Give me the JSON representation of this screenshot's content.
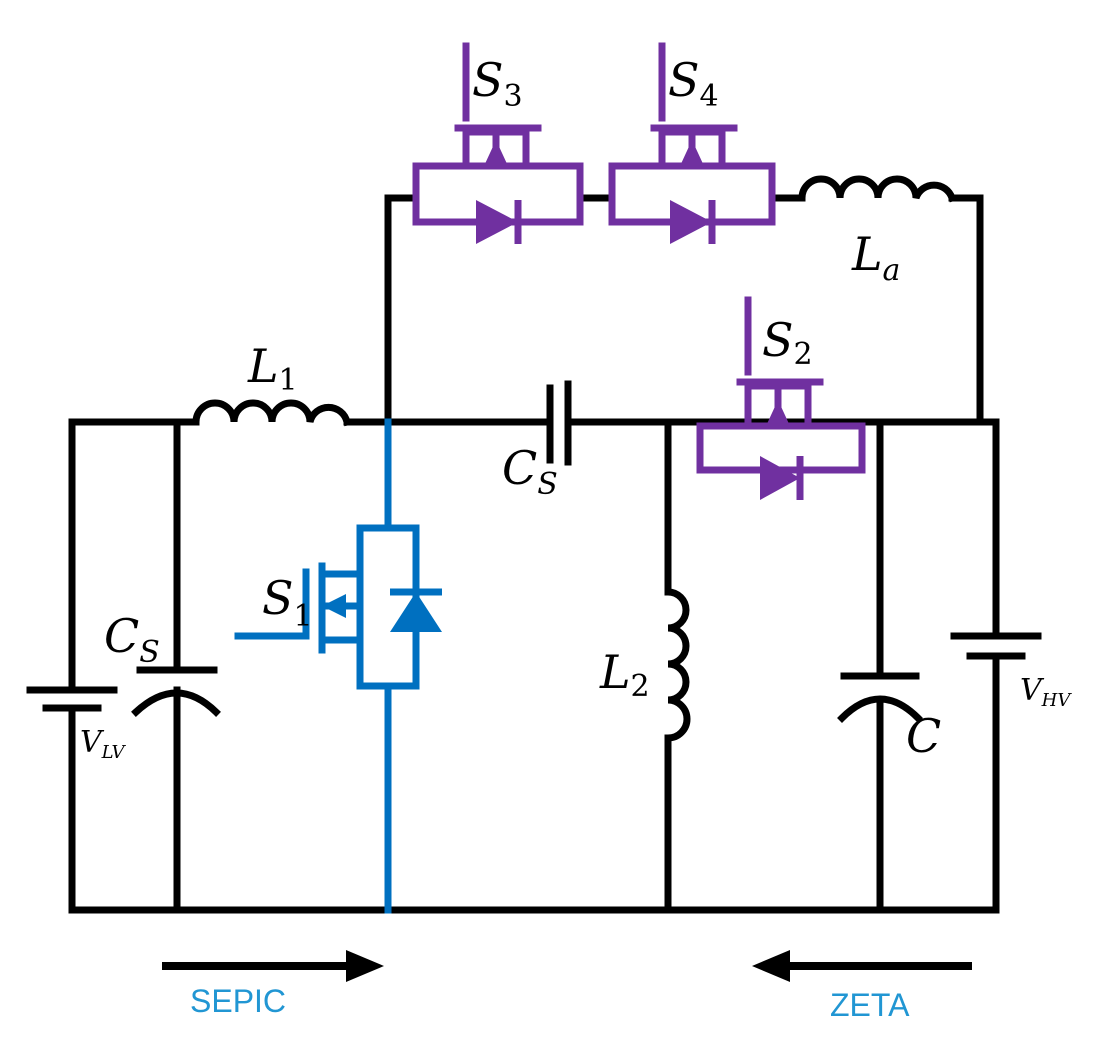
{
  "colors": {
    "wire": "#000000",
    "sepic": "#0070C0",
    "aux": "#7030A0",
    "direction_text": "#2196D3"
  },
  "labels": {
    "L1": {
      "main": "L",
      "sub": "1"
    },
    "L2": {
      "main": "L",
      "sub": "2"
    },
    "La": {
      "main": "L",
      "sub": "a"
    },
    "CS_series": {
      "main": "C",
      "sub": "S"
    },
    "CS_input": {
      "main": "C",
      "sub": "S"
    },
    "C_out": {
      "main": "C",
      "sub": ""
    },
    "S1": {
      "main": "S",
      "sub": "1"
    },
    "S2": {
      "main": "S",
      "sub": "2"
    },
    "S3": {
      "main": "S",
      "sub": "3"
    },
    "S4": {
      "main": "S",
      "sub": "4"
    },
    "VLV": {
      "main": "V",
      "sub": "LV"
    },
    "VHV": {
      "main": "V",
      "sub": "HV"
    }
  },
  "directions": {
    "sepic": "SEPIC",
    "zeta": "ZETA"
  }
}
